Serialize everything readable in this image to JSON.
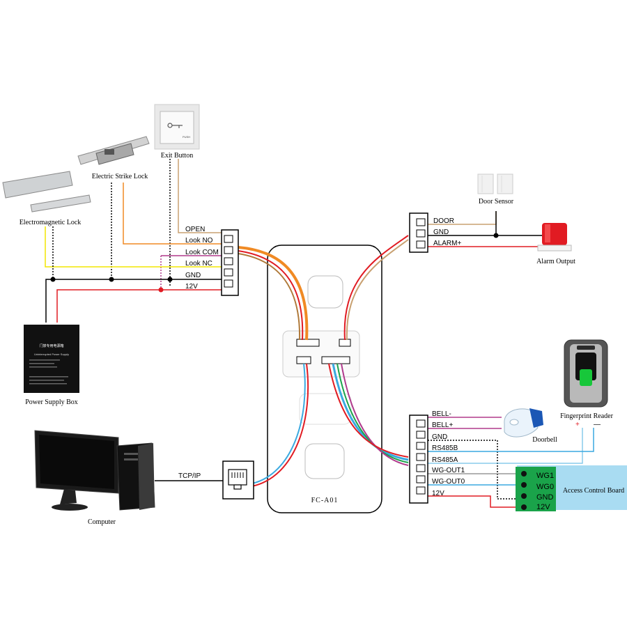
{
  "device": {
    "model": "FC-A01"
  },
  "devices": {
    "exit_button": "Exit Button",
    "exit_button_push": "PUSH",
    "electric_strike_lock": "Electric Strike Lock",
    "electromagnetic_lock": "Electromagnetic Lock",
    "power_supply_box": "Power Supply Box",
    "power_supply_title_cn": "门禁专用电源箱",
    "power_supply_title_en": "Uninterrupted Power Supply",
    "computer": "Computer",
    "door_sensor": "Door Sensor",
    "alarm_output": "Alarm Output",
    "doorbell": "Doorbell",
    "fingerprint_reader": "Fingerprint Reader",
    "access_control_board": "Access Control Board"
  },
  "left_terminal": [
    "OPEN",
    "Look NO",
    "Look COM",
    "Look NC",
    "GND",
    "12V"
  ],
  "top_right_terminal": [
    "DOOR",
    "GND",
    "ALARM+"
  ],
  "bottom_right_terminal": [
    "BELL-",
    "BELL+",
    "GND",
    "RS485B",
    "RS485A",
    "WG-OUT1",
    "WG-OUT0",
    "12V"
  ],
  "board_terminal": [
    "WG1",
    "WG0",
    "GND",
    "12V"
  ],
  "network_label": "TCP/IP",
  "polarity": {
    "plus": "+",
    "minus": "—"
  },
  "colors": {
    "wire_orange": "#f08a24",
    "wire_yellow": "#f2e600",
    "wire_purple": "#b03a8c",
    "wire_red": "#e11b22",
    "wire_black": "#000000",
    "wire_tan": "#c8a070",
    "wire_blue": "#3aa9e0",
    "board_bg": "#a9dcf2",
    "terminal_green": "#1aa34a"
  }
}
